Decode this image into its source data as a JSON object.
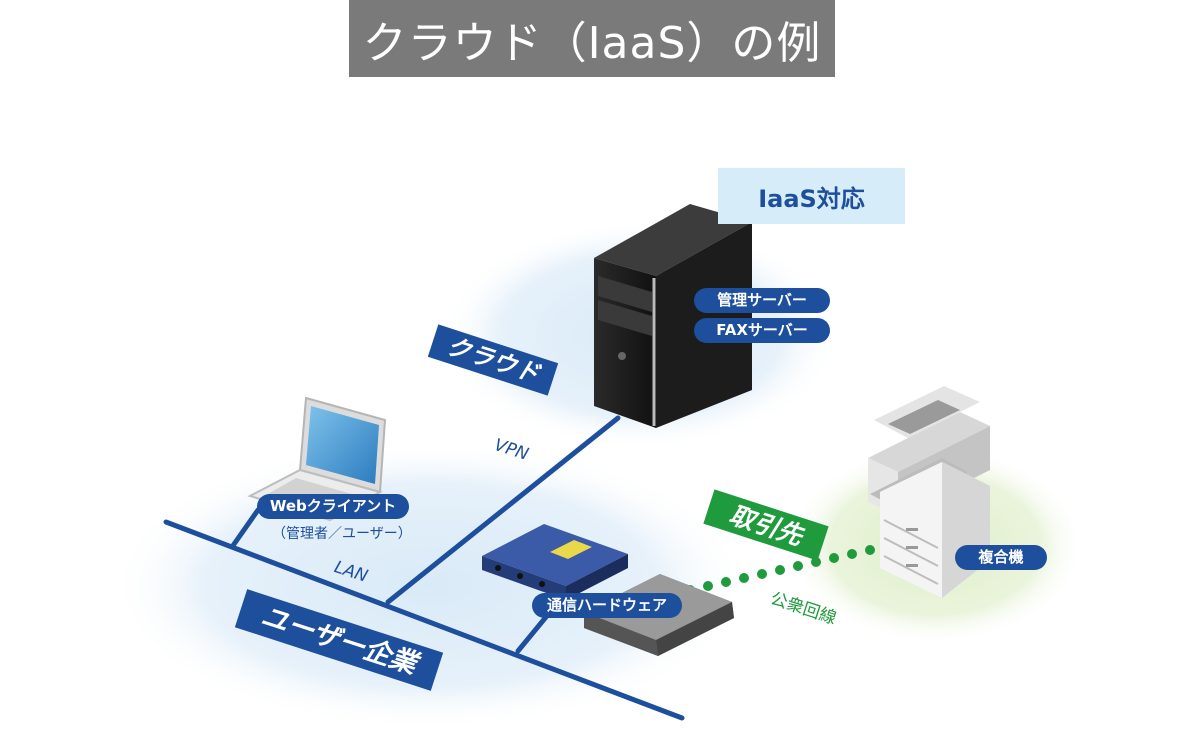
{
  "title": "クラウド（IaaS）の例",
  "iaas_label": "IaaS対応",
  "cloud_label": "クラウド",
  "user_company_label": "ユーザー企業",
  "partner_label": "取引先",
  "vpn_label": "VPN",
  "lan_label": "LAN",
  "public_line_label": "公衆回線",
  "server_labels": [
    "管理サーバー",
    "FAXサーバー"
  ],
  "web_client_label": "Webクライアント",
  "web_client_sub": "（管理者／ユーザー）",
  "comm_hardware_label": "通信ハードウェア",
  "mfp_label": "複合機",
  "colors": {
    "network_blue": "#1d4f9c",
    "partner_green": "#1f9a3c",
    "title_gray": "#7a7a7a",
    "iaas_bg": "#d6ecf8"
  }
}
